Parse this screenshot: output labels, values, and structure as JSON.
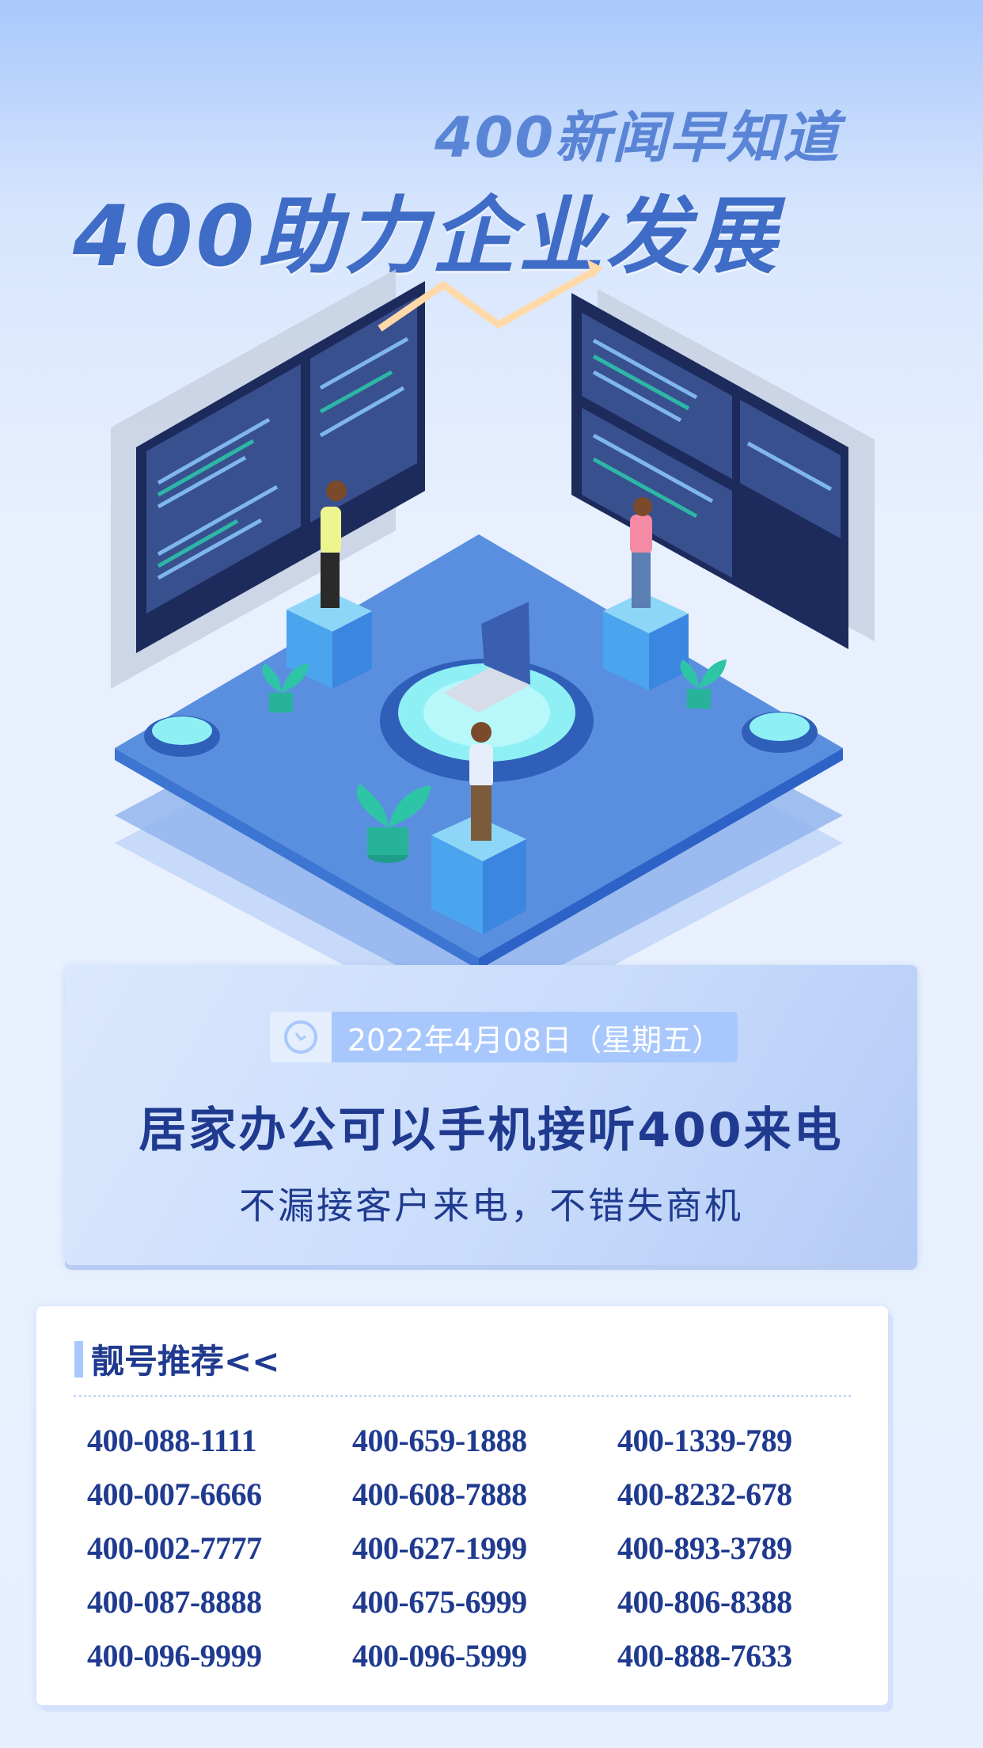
{
  "header": {
    "title_small": "400新闻早知道",
    "title_large": "400助力企业发展"
  },
  "illustration": {
    "icon": "isometric-data-center-illustration"
  },
  "info_card": {
    "date_icon": "clock-icon",
    "date": "2022年4月08日（星期五）",
    "headline": "居家办公可以手机接听400来电",
    "subtitle": "不漏接客户来电，不错失商机"
  },
  "numbers_card": {
    "heading": "靓号推荐<<",
    "numbers": [
      "400-088-1111",
      "400-659-1888",
      "400-1339-789",
      "400-007-6666",
      "400-608-7888",
      "400-8232-678",
      "400-002-7777",
      "400-627-1999",
      "400-893-3789",
      "400-087-8888",
      "400-675-6999",
      "400-806-8388",
      "400-096-9999",
      "400-096-5999",
      "400-888-7633"
    ]
  },
  "colors": {
    "primary": "#1f3a8f",
    "accent": "#a8c8fd",
    "title": "#3f6cc6"
  }
}
